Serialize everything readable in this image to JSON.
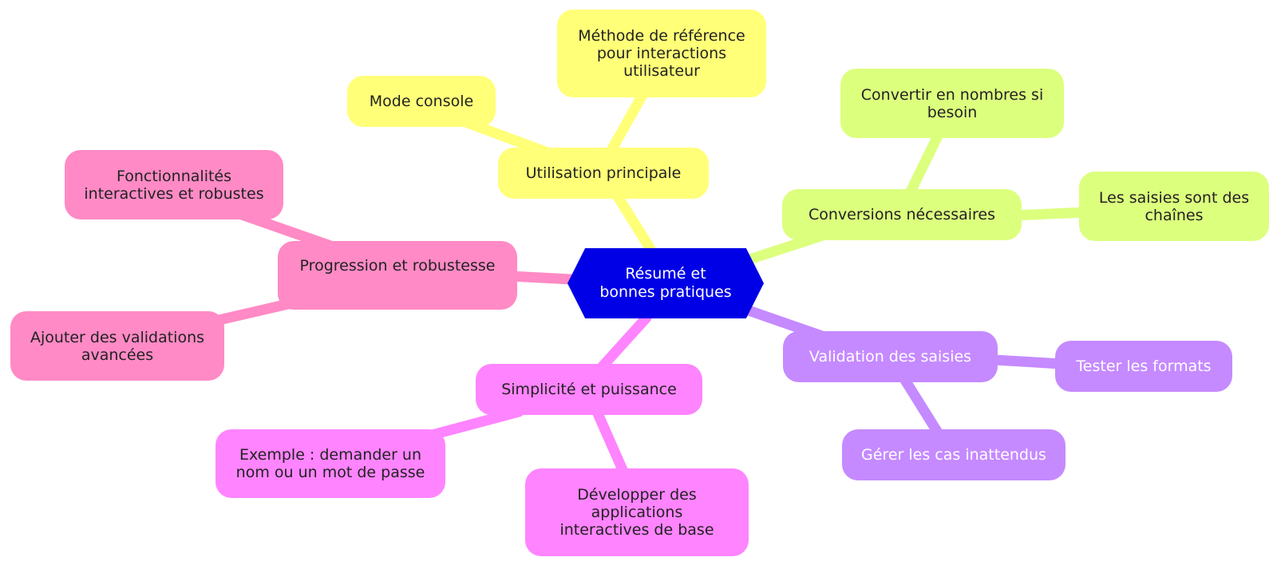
{
  "root": {
    "label": "Résumé et bonnes pratiques",
    "color": "#0000e6"
  },
  "colors": {
    "yellow": "#ffff78",
    "green": "#dcff7e",
    "violet": "#c58aff",
    "pink": "#ff8ac5",
    "magenta": "#ff84ff"
  },
  "branches": {
    "utilisation": {
      "label": "Utilisation principale",
      "children": [
        "Mode console",
        "Méthode de référence pour interactions utilisateur"
      ]
    },
    "conversions": {
      "label": "Conversions nécessaires",
      "children": [
        "Convertir en nombres si besoin",
        "Les saisies sont des chaînes"
      ]
    },
    "validation": {
      "label": "Validation des saisies",
      "children": [
        "Tester les formats",
        "Gérer les cas inattendus"
      ]
    },
    "simplicite": {
      "label": "Simplicité et puissance",
      "children": [
        "Exemple : demander un nom ou un mot de passe",
        "Développer des applications interactives de base"
      ]
    },
    "progression": {
      "label": "Progression et robustesse",
      "children": [
        "Fonctionnalités interactives et robustes",
        "Ajouter des validations avancées"
      ]
    }
  }
}
